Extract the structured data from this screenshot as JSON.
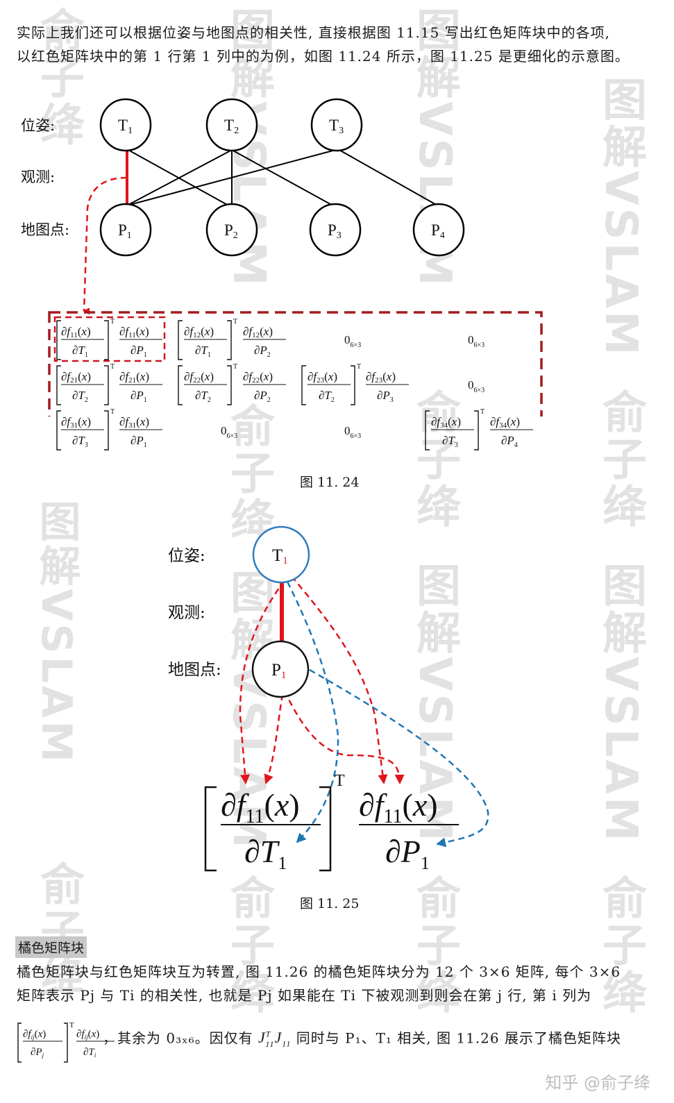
{
  "intro": {
    "line1": "实际上我们还可以根据位姿与地图点的相关性, 直接根据图 11.15 写出红色矩阵块中的各项,",
    "line2": "以红色矩阵块中的第 1 行第 1 列中的为例，如图 11.24 所示，图 11.25 是更细化的示意图。"
  },
  "figure_11_24": {
    "caption": "图 11. 24",
    "row_labels": [
      "位姿:",
      "观测:",
      "地图点:"
    ],
    "poses": [
      "T",
      "T",
      "T"
    ],
    "pose_subs": [
      "1",
      "2",
      "3"
    ],
    "points": [
      "P",
      "P",
      "P",
      "P"
    ],
    "point_subs": [
      "1",
      "2",
      "3",
      "4"
    ],
    "edges": [
      [
        "T1",
        "P1",
        "red"
      ],
      [
        "T1",
        "P2",
        "black"
      ],
      [
        "T2",
        "P1",
        "black"
      ],
      [
        "T2",
        "P2",
        "black"
      ],
      [
        "T2",
        "P3",
        "black"
      ],
      [
        "T3",
        "P1",
        "black"
      ],
      [
        "T3",
        "P4",
        "black"
      ]
    ],
    "matrix": {
      "zero_block": "0",
      "zero_sub": "6×3",
      "transpose": "T",
      "rows": [
        [
          "f11/T1 , f11/P1",
          "f12/T1 , f12/P2",
          "0",
          "0"
        ],
        [
          "f21/T2 , f21/P1",
          "f22/T2 , f22/P2",
          "f23/T2 , f23/P3",
          "0"
        ],
        [
          "f31/T3 , f31/P1",
          "0",
          "0",
          "f34/T3 , f34/P4"
        ]
      ]
    },
    "border_color": "#a31b1f",
    "highlight_color": "#e0141a"
  },
  "figure_11_25": {
    "caption": "图 11. 25",
    "labels": [
      "位姿:",
      "观测:",
      "地图点:"
    ],
    "pose": "T",
    "pose_sub": "1",
    "point": "P",
    "point_sub": "1",
    "pose_circle_color": "#2f7bbd",
    "arrow_red": "#e0141a",
    "arrow_blue": "#1f77b4",
    "transpose": "T"
  },
  "section": {
    "label": "橘色矩阵块",
    "line1": "橘色矩阵块与红色矩阵块互为转置, 图 11.26 的橘色矩阵块分为 12 个 3×6 矩阵, 每个 3×6",
    "line2": "矩阵表示 Pj 与 Ti 的相关性, 也就是 Pj 如果能在 Ti 下被观测到则会在第 j 行, 第 i 列为",
    "line3_after": "，其余为 0₃ₓ₆。因仅有",
    "line3_mid": "同时与 P₁、T₁ 相关, 图 11.26 展示了橘色矩阵块"
  },
  "watermarks": [
    "图解VSLAM",
    "俞子绛"
  ],
  "footer": {
    "zhihu": "知乎 @俞子绛"
  }
}
